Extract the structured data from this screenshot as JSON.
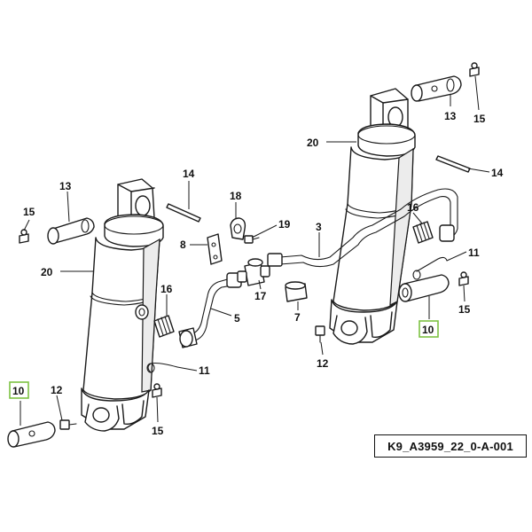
{
  "document_id": "K9_A3959_22_0-A-001",
  "highlight_color": "#7dc242",
  "callouts": {
    "c15a": "15",
    "c13a": "13",
    "c20a": "20",
    "c14a": "14",
    "c18": "18",
    "c19": "19",
    "c8": "8",
    "c3": "3",
    "c16a": "16",
    "c17": "17",
    "c5": "5",
    "c7": "7",
    "c11a": "11",
    "c10a": "10",
    "c12a": "12",
    "c15b": "15",
    "c13b": "13",
    "c15c": "15",
    "c20b": "20",
    "c14b": "14",
    "c16b": "16",
    "c11b": "11",
    "c15d": "15",
    "c10b": "10",
    "c12b": "12"
  }
}
